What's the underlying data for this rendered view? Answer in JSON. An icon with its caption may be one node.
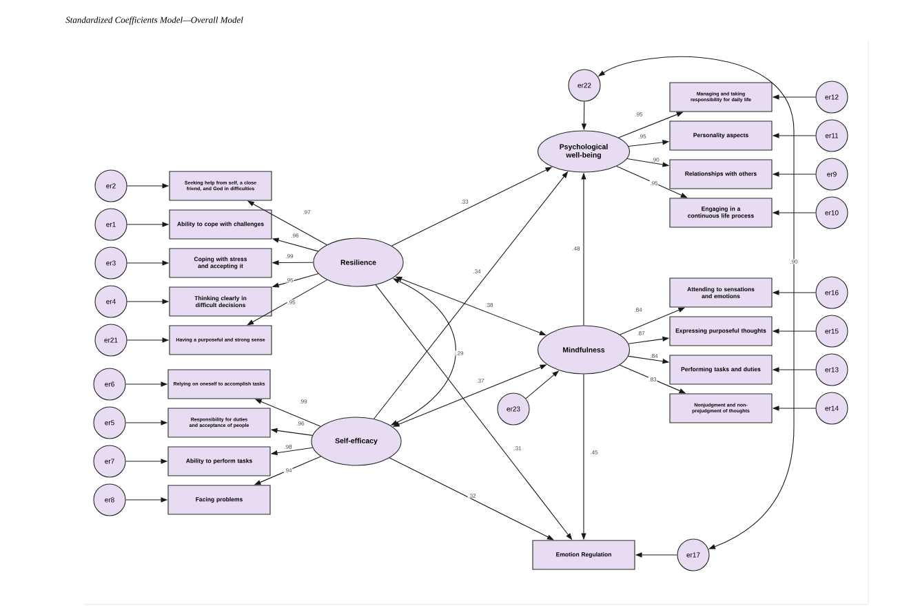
{
  "diagram": {
    "title": "Standardized Coefficients Model—Overall Model",
    "nodes": [
      {
        "text": [
          "Resilience"
        ]
      },
      {
        "text": [
          "Self-efficacy"
        ]
      },
      {
        "text": [
          "Psychological well-being"
        ]
      },
      {
        "text": [
          "Mindfulness"
        ]
      },
      {
        "text": [
          "Emotion Regulation"
        ]
      },
      {
        "text": [
          "Seeking help from self, a close friend, and God in difficulties"
        ]
      },
      {
        "text": [
          "Ability to cope with challenges"
        ]
      },
      {
        "text": [
          "Coping with stress and accepting it"
        ]
      },
      {
        "text": [
          "Thinking clearly in difficult decisions"
        ]
      },
      {
        "text": [
          "Having a purposeful and strong sense"
        ]
      },
      {
        "text": [
          "Relying on oneself to accomplish tasks"
        ]
      },
      {
        "text": [
          "Responsibility for duties and acceptance of people"
        ]
      },
      {
        "text": [
          "Ability to perform tasks"
        ]
      },
      {
        "text": [
          "Facing problems"
        ]
      },
      {
        "text": [
          "Managing and taking responsibility for daily life"
        ]
      },
      {
        "text": [
          "Personality aspects"
        ]
      },
      {
        "text": [
          "Relationships with others"
        ]
      },
      {
        "text": [
          "Engaging in a continuous life process"
        ]
      },
      {
        "text": [
          "Attending to sensations and emotions"
        ]
      },
      {
        "text": [
          "Expressing purposeful thoughts"
        ]
      },
      {
        "text": [
          "Performing tasks and duties"
        ]
      },
      {
        "text": [
          "Nonjudgment and non-prejudgment of thoughts"
        ]
      },
      {
        "text": [
          "er2"
        ]
      },
      {
        "text": [
          "er1"
        ]
      },
      {
        "text": [
          "er3"
        ]
      },
      {
        "text": [
          "er4"
        ]
      },
      {
        "text": [
          "er21"
        ]
      },
      {
        "text": [
          "er6"
        ]
      },
      {
        "text": [
          "er5"
        ]
      },
      {
        "text": [
          "er7"
        ]
      },
      {
        "text": [
          "er8"
        ]
      },
      {
        "text": [
          "er12"
        ]
      },
      {
        "text": [
          "er11"
        ]
      },
      {
        "text": [
          "er9"
        ]
      },
      {
        "text": [
          "er10"
        ]
      },
      {
        "text": [
          "er16"
        ]
      },
      {
        "text": [
          "er15"
        ]
      },
      {
        "text": [
          "er13"
        ]
      },
      {
        "text": [
          "er14"
        ]
      },
      {
        "text": [
          "er22"
        ]
      },
      {
        "text": [
          "er23"
        ]
      },
      {
        "text": [
          "er17"
        ]
      }
    ],
    "edges": [
      {
        "from": 0,
        "to": 5,
        "arrow": "to",
        "label": ".97"
      },
      {
        "from": 0,
        "to": 6,
        "arrow": "to",
        "label": ".96"
      },
      {
        "from": 0,
        "to": 7,
        "arrow": "to",
        "label": ".99"
      },
      {
        "from": 0,
        "to": 8,
        "arrow": "to",
        "label": ".95"
      },
      {
        "from": 0,
        "to": 9,
        "arrow": "to",
        "label": ".95"
      },
      {
        "from": 1,
        "to": 10,
        "arrow": "to",
        "label": ".99"
      },
      {
        "from": 1,
        "to": 11,
        "arrow": "to",
        "label": ".96"
      },
      {
        "from": 1,
        "to": 12,
        "arrow": "to",
        "label": ".98"
      },
      {
        "from": 1,
        "to": 13,
        "arrow": "to",
        "label": ".94"
      },
      {
        "from": 2,
        "to": 14,
        "arrow": "to",
        "label": ".95"
      },
      {
        "from": 2,
        "to": 15,
        "arrow": "to",
        "label": ".95"
      },
      {
        "from": 2,
        "to": 16,
        "arrow": "to",
        "label": ".90"
      },
      {
        "from": 2,
        "to": 17,
        "arrow": "to",
        "label": ".95"
      },
      {
        "from": 3,
        "to": 18,
        "arrow": "to",
        "label": ".84"
      },
      {
        "from": 3,
        "to": 19,
        "arrow": "to",
        "label": ".87"
      },
      {
        "from": 3,
        "to": 20,
        "arrow": "to",
        "label": ".84"
      },
      {
        "from": 3,
        "to": 21,
        "arrow": "to",
        "label": ".83"
      },
      {
        "from": 22,
        "to": 5,
        "arrow": "to"
      },
      {
        "from": 23,
        "to": 6,
        "arrow": "to"
      },
      {
        "from": 24,
        "to": 7,
        "arrow": "to"
      },
      {
        "from": 25,
        "to": 8,
        "arrow": "to"
      },
      {
        "from": 26,
        "to": 9,
        "arrow": "to"
      },
      {
        "from": 27,
        "to": 10,
        "arrow": "to"
      },
      {
        "from": 28,
        "to": 11,
        "arrow": "to"
      },
      {
        "from": 29,
        "to": 12,
        "arrow": "to"
      },
      {
        "from": 30,
        "to": 13,
        "arrow": "to"
      },
      {
        "from": 31,
        "to": 14,
        "arrow": "to"
      },
      {
        "from": 32,
        "to": 15,
        "arrow": "to"
      },
      {
        "from": 33,
        "to": 16,
        "arrow": "to"
      },
      {
        "from": 34,
        "to": 17,
        "arrow": "to"
      },
      {
        "from": 35,
        "to": 18,
        "arrow": "to"
      },
      {
        "from": 36,
        "to": 19,
        "arrow": "to"
      },
      {
        "from": 37,
        "to": 20,
        "arrow": "to"
      },
      {
        "from": 38,
        "to": 21,
        "arrow": "to"
      },
      {
        "from": 0,
        "to": 2,
        "arrow": "to",
        "label": ".33"
      },
      {
        "from": 1,
        "to": 2,
        "arrow": "to",
        "label": ".34"
      },
      {
        "from": 0,
        "to": 3,
        "arrow": "both",
        "label": ".38"
      },
      {
        "from": 1,
        "to": 3,
        "arrow": "both",
        "label": ".37"
      },
      {
        "from": 0,
        "to": 1,
        "arrow": "both",
        "label": ".29"
      },
      {
        "from": 0,
        "to": 4,
        "arrow": "to",
        "label": ".31"
      },
      {
        "from": 1,
        "to": 4,
        "arrow": "to",
        "label": ".32"
      },
      {
        "from": 3,
        "to": 4,
        "arrow": "to",
        "label": ".45"
      },
      {
        "from": 3,
        "to": 2,
        "arrow": "to",
        "label": ".48"
      },
      {
        "from": 39,
        "to": 2,
        "arrow": "to"
      },
      {
        "from": 40,
        "to": 3,
        "arrow": "to"
      },
      {
        "from": 41,
        "to": 4,
        "arrow": "to"
      },
      {
        "from": 39,
        "to": 41,
        "arrow": "both",
        "label": ".90"
      }
    ]
  }
}
